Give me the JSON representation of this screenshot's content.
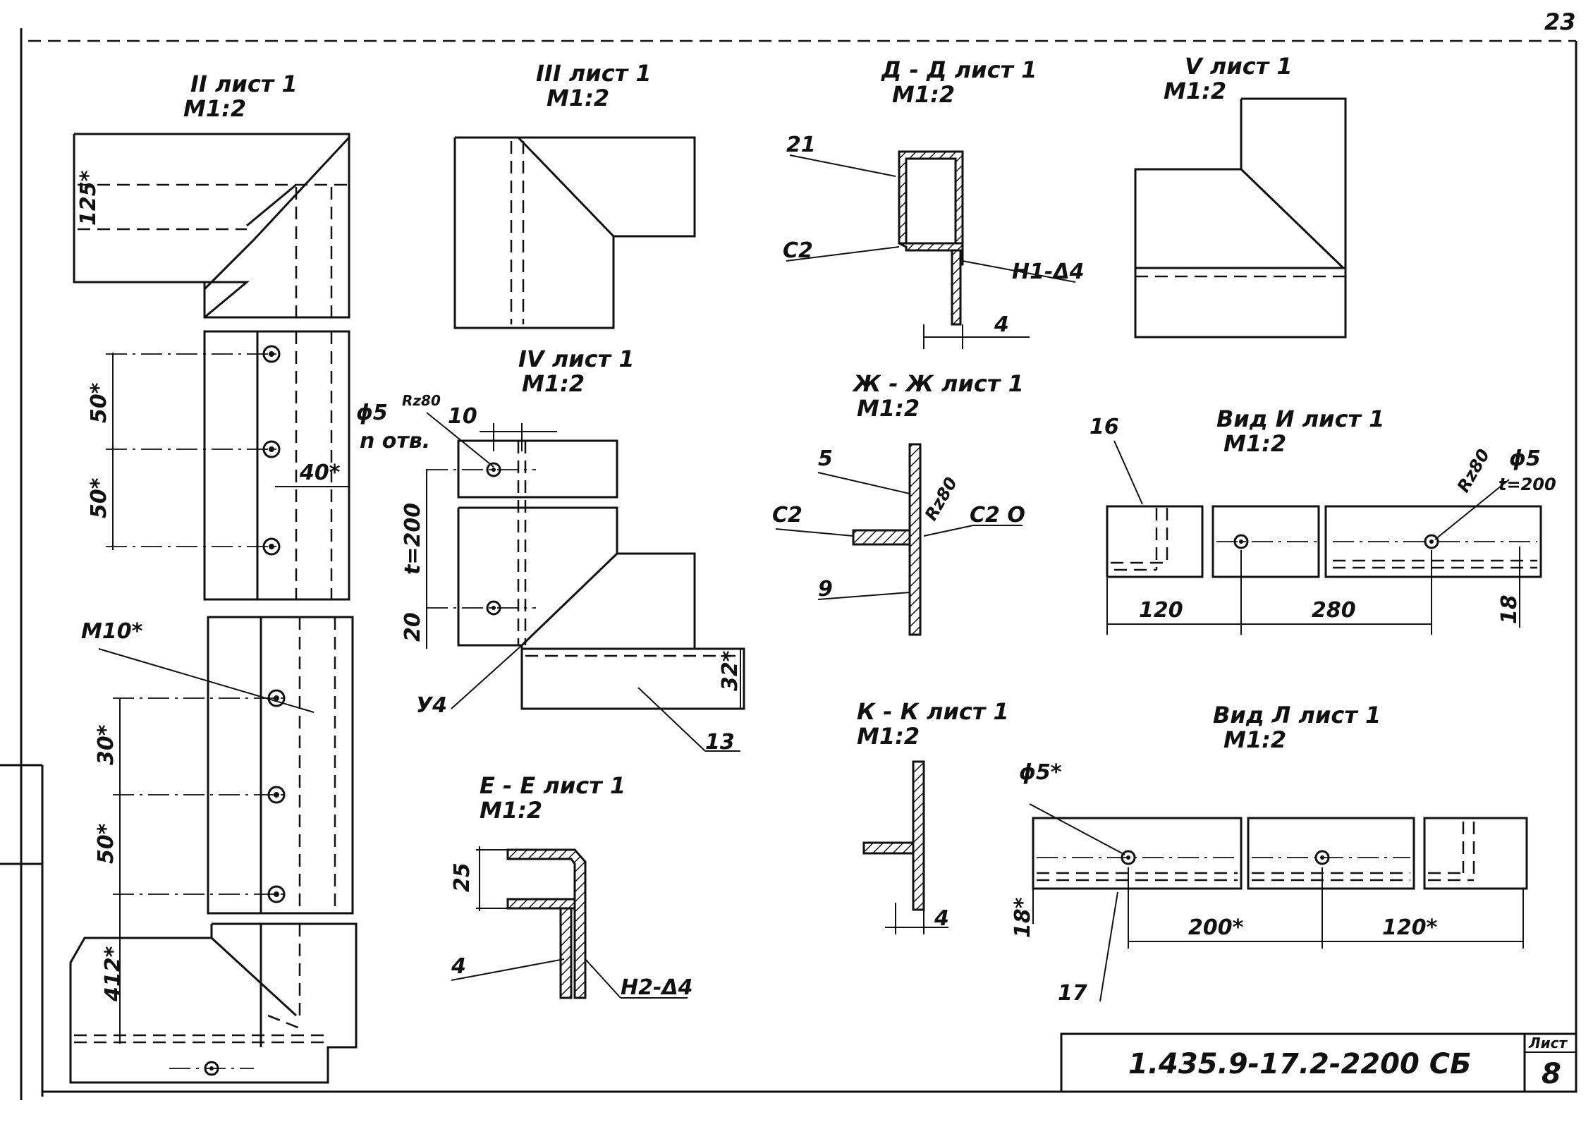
{
  "page_number": "23",
  "sheet_code": "1.435.9-17.2-2200 СБ",
  "sheet_label": "Лист",
  "sheet_index": "8",
  "views": {
    "v2": {
      "title": "II лист 1",
      "scale": "М1:2"
    },
    "v3": {
      "title": "III лист 1",
      "scale": "М1:2"
    },
    "dd": {
      "title": "Д - Д лист 1",
      "scale": "М1:2"
    },
    "v5": {
      "title": "V лист 1",
      "scale": "М1:2"
    },
    "v4": {
      "title": "IV лист 1",
      "scale": "М1:2"
    },
    "zz": {
      "title": "Ж - Ж лист 1",
      "scale": "М1:2"
    },
    "vi": {
      "title": "Вид И лист 1",
      "scale": "М1:2"
    },
    "kk": {
      "title": "К - К лист 1",
      "scale": "М1:2"
    },
    "vl": {
      "title": "Вид Л лист 1",
      "scale": "М1:2"
    },
    "ee": {
      "title": "Е - Е лист 1",
      "scale": "М1:2"
    }
  },
  "labels": {
    "h_top": "125*",
    "d50a": "50*",
    "d50b": "50*",
    "d40": "40*",
    "hole5": "ϕ5",
    "hole5n": "n отв.",
    "rz80a": "Rz80",
    "d10": "10",
    "t200": "t=200",
    "d20": "20",
    "m10": "М10*",
    "d30": "30*",
    "d50c": "50*",
    "d412": "412*",
    "u4": "У4",
    "d32": "32*",
    "n13": "13",
    "n21": "21",
    "c2a": "С2",
    "h1": "Н1-Δ4",
    "d4a": "4",
    "n5": "5",
    "c2b": "С2",
    "rz80b": "Rz80",
    "c2o": "С2 О",
    "n9": "9",
    "n16": "16",
    "rz80c": "Rz80",
    "hole5b": "ϕ5",
    "t200b": "t=200",
    "d120a": "120",
    "d280": "280",
    "d18a": "18",
    "d4b": "4",
    "hole5c": "ϕ5*",
    "d18b": "18*",
    "d200": "200*",
    "d120b": "120*",
    "n17": "17",
    "d25": "25",
    "n4": "4",
    "h2": "Н2-Δ4"
  }
}
